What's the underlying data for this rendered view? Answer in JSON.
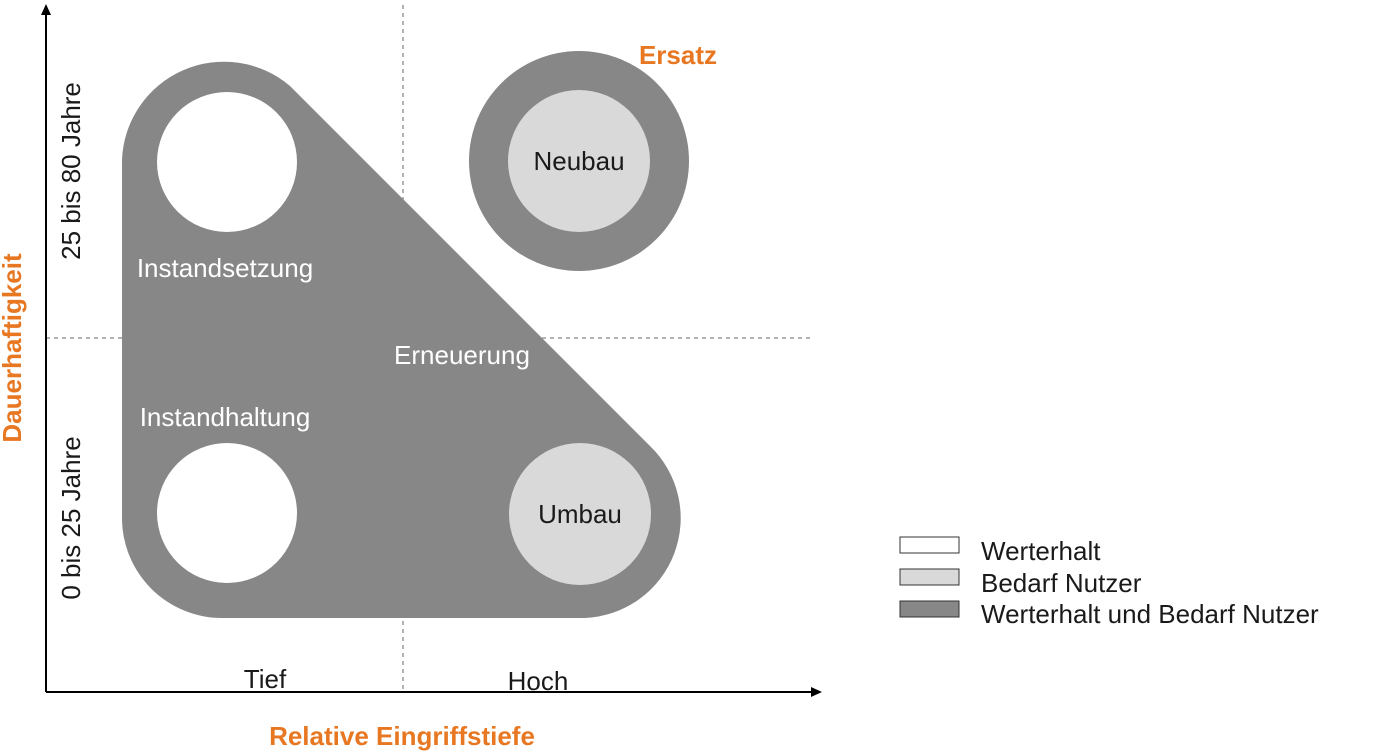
{
  "axes": {
    "x_title": "Relative Eingriffstiefe",
    "y_title": "Dauerhaftigkeit",
    "x_ticks": [
      "Tief",
      "Hoch"
    ],
    "y_ticks": [
      "0 bis 25 Jahre",
      "25 bis 80 Jahre"
    ]
  },
  "groups": {
    "ersatz": "Ersatz"
  },
  "nodes": {
    "instandsetzung": "Instandsetzung",
    "instandhaltung": "Instandhaltung",
    "erneuerung": "Erneuerung",
    "neubau": "Neubau",
    "umbau": "Umbau"
  },
  "legend": [
    {
      "label": "Werterhalt",
      "color": "#ffffff"
    },
    {
      "label": "Bedarf Nutzer",
      "color": "#d9d9d9"
    },
    {
      "label": "Werterhalt und Bedarf Nutzer",
      "color": "#878787"
    }
  ],
  "colors": {
    "accent": "#e87722",
    "dark_gray": "#878787",
    "light_gray": "#d9d9d9"
  }
}
